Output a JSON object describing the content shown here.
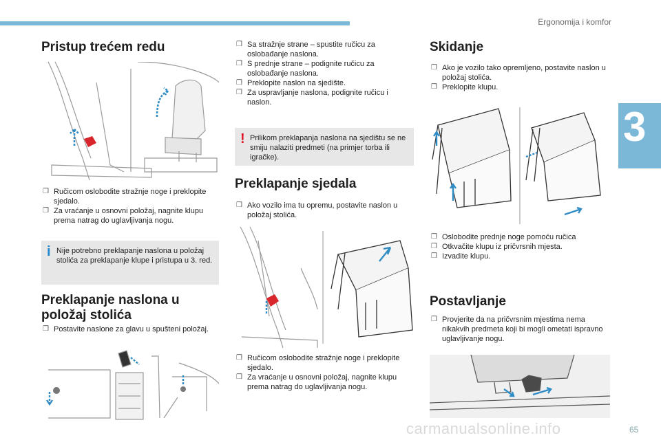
{
  "header": {
    "section": "Ergonomija i komfor",
    "chapter": "3",
    "page": "65"
  },
  "watermark": "carmanualsonline.info",
  "col1": {
    "title": "Pristup trećem redu",
    "steps1": [
      "Ručicom oslobodite stražnje noge i preklopite sjedalo.",
      "Za vraćanje u osnovni položaj, nagnite klupu prema natrag do uglavljivanja nogu."
    ],
    "info_note": "Nije potrebno preklapanje naslona u položaj stolića za preklapanje klupe i pristupa u 3. red.",
    "title2": "Preklapanje naslona u položaj stolića",
    "steps2": [
      "Postavite naslone za glavu u spušteni položaj."
    ]
  },
  "col2": {
    "steps1": [
      "Sa stražnje strane – spustite ručicu za oslobađanje naslona.",
      "S prednje strane – podignite ručicu za oslobađanje naslona.",
      "Preklopite naslon na sjedište.",
      "Za uspravljanje naslona, podignite ručicu i naslon."
    ],
    "warning_note": "Prilikom preklapanja naslona na sjedištu se ne smiju nalaziti predmeti (na primjer torba ili igračke).",
    "title": "Preklapanje sjedala",
    "steps2": [
      "Ako vozilo ima tu opremu, postavite naslon u položaj stolića."
    ],
    "steps3": [
      "Ručicom oslobodite stražnje noge i preklopite sjedalo.",
      "Za vraćanje u osnovni položaj, nagnite klupu prema natrag do uglavljivanja nogu."
    ]
  },
  "col3": {
    "title": "Skidanje",
    "steps1": [
      "Ako je vozilo tako opremljeno, postavite naslon u položaj stolića.",
      "Preklopite klupu."
    ],
    "steps2": [
      "Oslobodite prednje noge pomoću ručica",
      "Otkvačite klupu iz pričvrsnih mjesta.",
      "Izvadite klupu."
    ],
    "title2": "Postavljanje",
    "steps3": [
      "Provjerite da na pričvrsnim mjestima nema nikakvih predmeta koji bi mogli ometati ispravno uglavljivanje nogu."
    ]
  },
  "colors": {
    "accent": "#7bb7d6",
    "note_bg": "#e7e7e7",
    "info": "#1f8ad1",
    "warning": "#e1142a",
    "arrow": "#2e8bc4"
  },
  "icons": {
    "bullet": "checkbox-bullet-icon",
    "info": "info-icon",
    "warning": "warning-icon"
  }
}
